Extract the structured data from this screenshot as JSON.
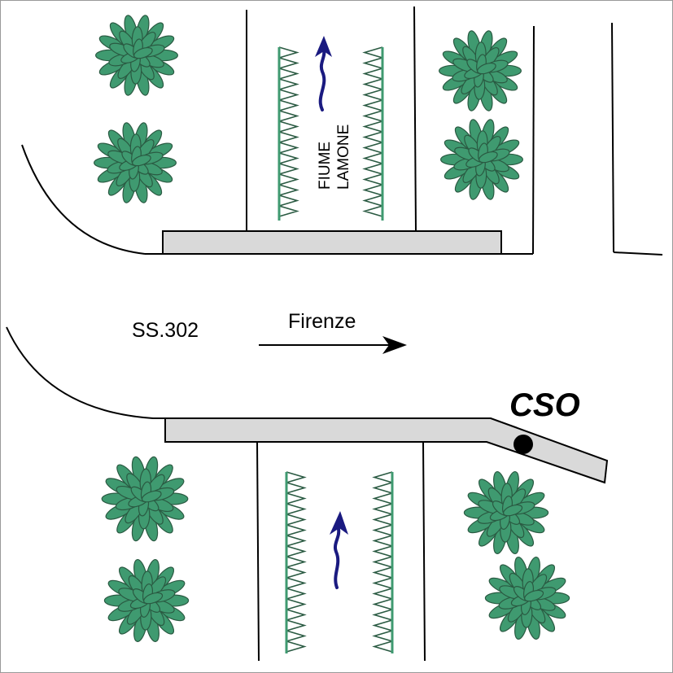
{
  "labels": {
    "river_line1": "FIUME",
    "river_line2": "LAMONE",
    "road_name": "SS.302",
    "direction": "Firenze",
    "point_marker": "CSO"
  },
  "colors": {
    "line": "#000000",
    "bank_fill": "#d9d9d9",
    "vegetation": "#3f9a70",
    "vegetation_dark": "#2a5a42",
    "flow_arrow": "#1a1a80",
    "frame": "#9a9a9a",
    "background": "#ffffff"
  },
  "icons": {
    "tree": "tree-icon",
    "flow": "river-flow-arrow-icon",
    "direction": "direction-arrow-icon",
    "point": "cso-point-icon"
  }
}
